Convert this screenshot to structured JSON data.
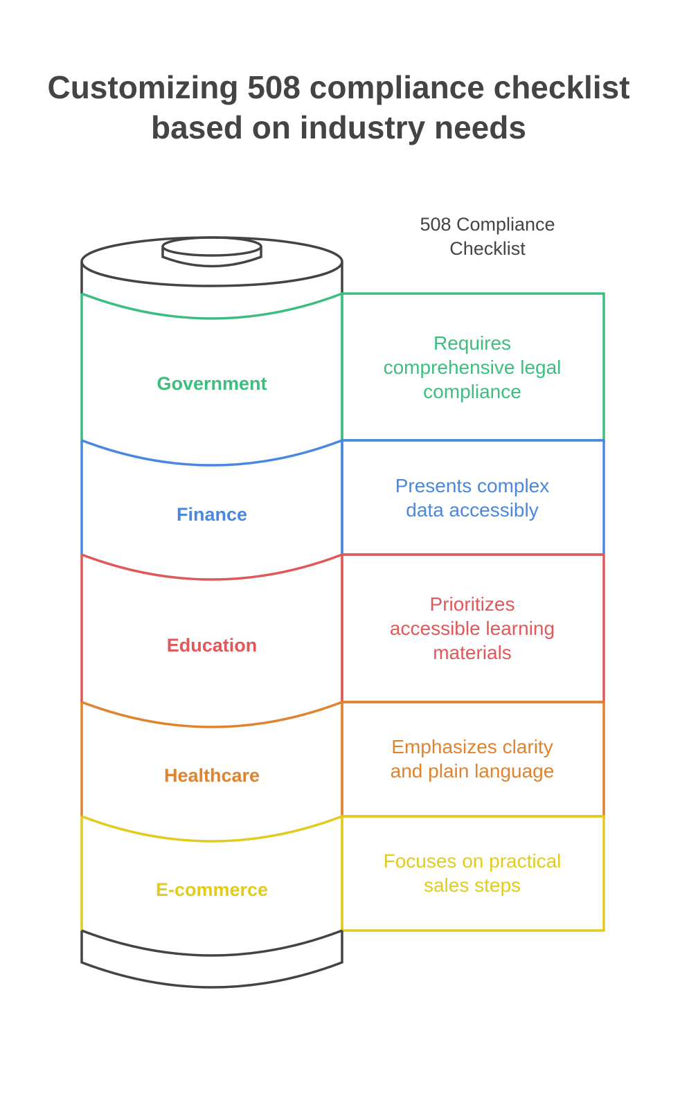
{
  "title": {
    "line1": "Customizing 508 compliance checklist",
    "line2": "based on industry needs"
  },
  "header": {
    "line1": "508 Compliance",
    "line2": "Checklist"
  },
  "colors": {
    "outline": "#444444",
    "government": "#3DBE7E",
    "finance": "#4A88DF",
    "education": "#E0585A",
    "healthcare": "#E0832F",
    "ecommerce": "#E2CB1F"
  },
  "segments": [
    {
      "label": "Government",
      "desc": [
        "Requires",
        "comprehensive legal",
        "compliance"
      ]
    },
    {
      "label": "Finance",
      "desc": [
        "Presents complex",
        "data accessibly"
      ]
    },
    {
      "label": "Education",
      "desc": [
        "Prioritizes",
        "accessible learning",
        "materials"
      ]
    },
    {
      "label": "Healthcare",
      "desc": [
        "Emphasizes clarity",
        "and plain language"
      ]
    },
    {
      "label": "E-commerce",
      "desc": [
        "Focuses on practical",
        "sales steps"
      ]
    }
  ]
}
